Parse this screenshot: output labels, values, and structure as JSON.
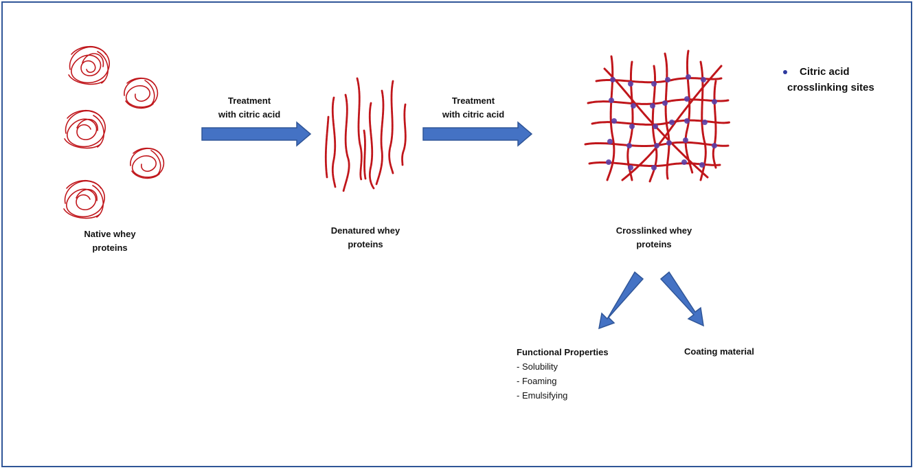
{
  "labels": {
    "native": [
      "Native whey",
      "proteins"
    ],
    "denatured": [
      "Denatured whey",
      "proteins"
    ],
    "crosslinked": [
      "Crosslinked whey",
      "proteins"
    ]
  },
  "arrows": {
    "first": [
      "Treatment",
      "with citric acid"
    ],
    "second": [
      "Treatment",
      "with citric acid"
    ]
  },
  "legend": [
    "Citric acid",
    "crosslinking sites"
  ],
  "functional": {
    "title": "Functional Properties",
    "items": [
      "- Solubility",
      "- Foaming",
      "- Emulsifying"
    ]
  },
  "coating": "Coating material",
  "colors": {
    "frame": "#2f5597",
    "arrow_fill": "#4472c4",
    "arrow_stroke": "#2f5597",
    "protein": "#c0161b",
    "crosslink": "#5b3fa8"
  }
}
